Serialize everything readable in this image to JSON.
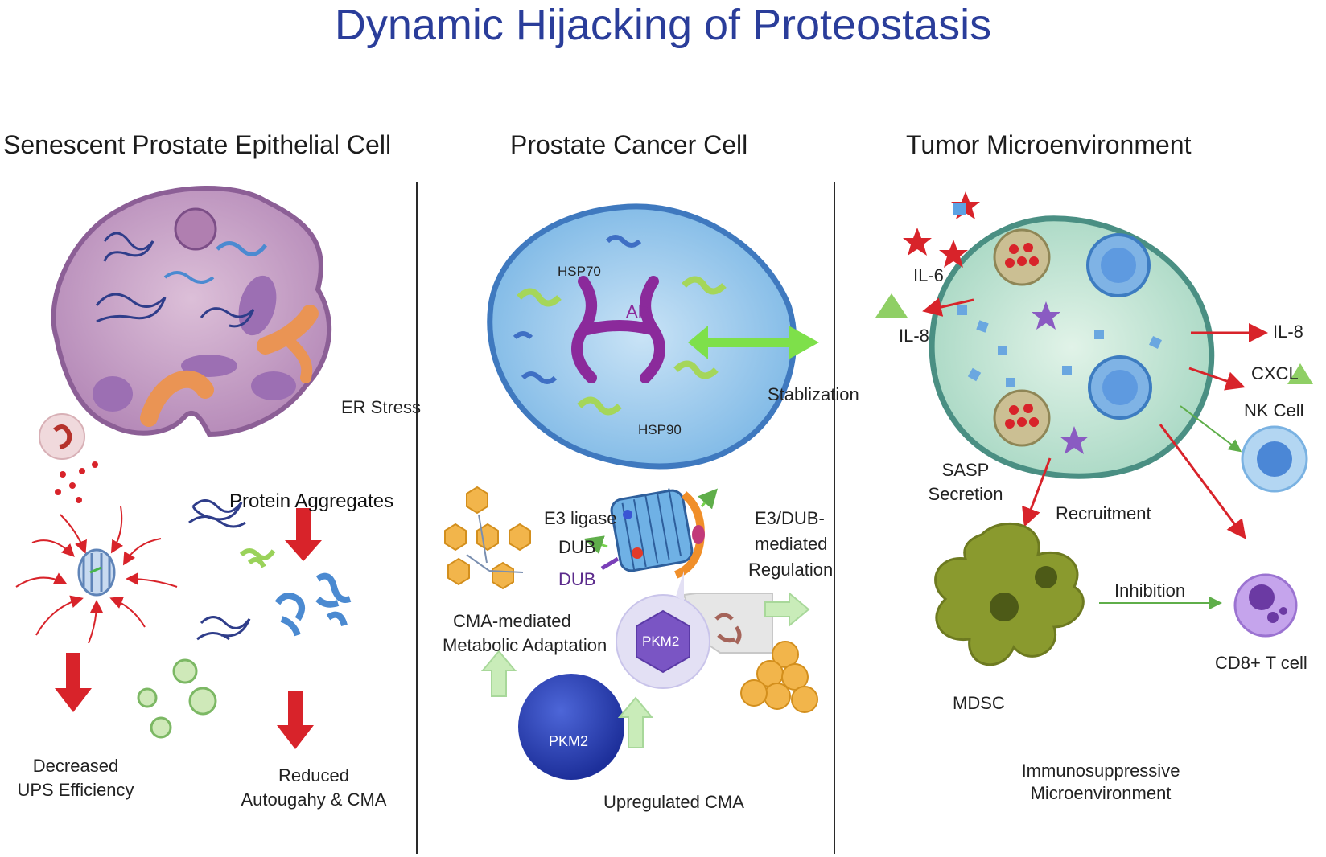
{
  "title": "Dynamic Hijacking of Proteostasis",
  "panels": [
    {
      "heading": "Senescent Prostate Epithelial Cell",
      "labels": {
        "er_stress": "ER Stress",
        "protein_aggregates": "Protein Aggregates",
        "decreased_ups_1": "Decreased",
        "decreased_ups_2": "UPS Efficiency",
        "reduced_1": "Reduced",
        "reduced_2": "Autougahy & CMA"
      }
    },
    {
      "heading": "Prostate Cancer Cell",
      "labels": {
        "hsp70": "HSP70",
        "ar": "AR",
        "hsp90": "HSP90",
        "stabilization": "Stablization",
        "e3_ligase": "E3 ligase",
        "dub1": "DUB",
        "dub2": "DUB",
        "e3dub_1": "E3/DUB-",
        "e3dub_2": "mediated",
        "e3dub_3": "Regulation",
        "cma_meta_1": "CMA-mediated",
        "cma_meta_2": "Metabolic Adaptation",
        "pkm2_hex": "PKM2",
        "pkm2_ball": "PKM2",
        "upregulated_cma": "Upregulated CMA"
      }
    },
    {
      "heading": "Tumor Microenvironment",
      "labels": {
        "il6": "IL-6",
        "il8_left": "IL-8",
        "il8_right": "IL-8",
        "cxcl": "CXCL",
        "nk_cell": "NK Cell",
        "sasp_1": "SASP",
        "sasp_2": "Secretion",
        "recruitment": "Recruitment",
        "inhibition": "Inhibition",
        "mdsc": "MDSC",
        "cd8": "CD8+ T cell",
        "immuno_1": "Immunosuppressive",
        "immuno_2": "Microenvironment"
      }
    }
  ],
  "colors": {
    "title": "#2a3d9a",
    "red_arrow": "#d8232a",
    "green_arrow": "#7ee04a",
    "light_green_arrow": "#c9ecb9",
    "senescent_cell": "#c9a1c8",
    "cancer_cell": "#8fc4ea",
    "tme_cell": "#cfe9d9",
    "pkm2_ball": "#2a3fae",
    "pkm2_hex": "#7a55c4",
    "mdsc": "#8a9a2e",
    "cd8": "#b996e3",
    "nk": "#a9d1f0",
    "aggregate": "#f2b54b"
  }
}
